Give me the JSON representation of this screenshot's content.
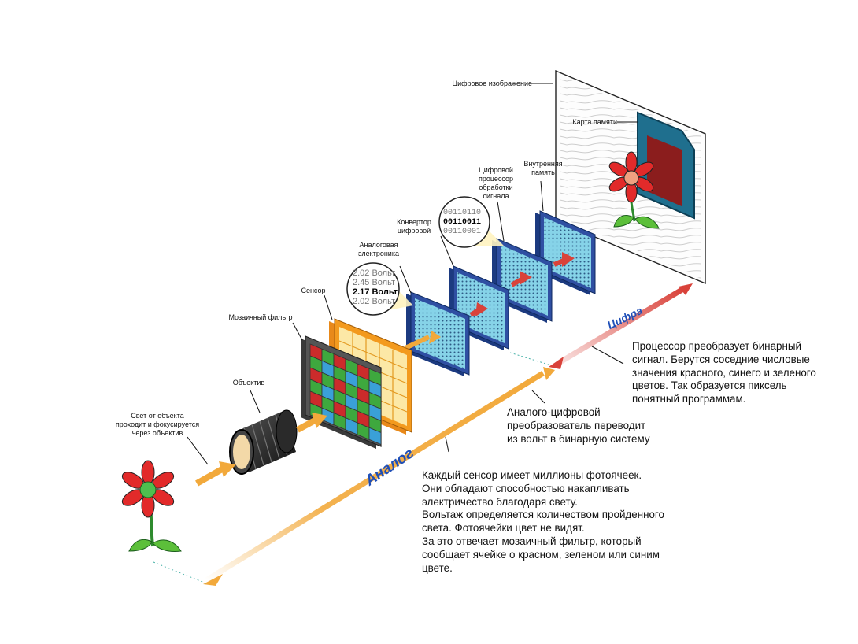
{
  "labels": {
    "light_lens": [
      "Свет от объекта",
      "проходит и фокусируется",
      "через объектив"
    ],
    "lens": "Объектив",
    "mosaic": "Мозаичный фильтр",
    "sensor": "Сенсор",
    "analog_electronics": [
      "Аналоговая",
      "электроника"
    ],
    "converter": [
      "Конвертор",
      "цифровой"
    ],
    "dsp": [
      "Цифровой",
      "процессор",
      "обработки",
      "сигнала"
    ],
    "internal_memory": [
      "Внутренняя",
      "память"
    ],
    "digital_image": "Цифровое изображение",
    "memory_card": "Карта памяти"
  },
  "axis": {
    "analog": "Аналог",
    "digital": "Цифра"
  },
  "descriptions": {
    "processor": [
      "Процессор преобразует бинарный",
      "сигнал. Берутся соседние числовые",
      "значения красного, синего и зеленого",
      "цветов. Так образуется пиксель",
      "понятный программам."
    ],
    "adc": [
      "Аналого-цифровой",
      "преобразователь переводит",
      "из вольт в бинарную систему"
    ],
    "sensor": [
      "Каждый сенсор имеет миллионы фотоячеек.",
      "Они обладают способностью накапливать",
      "электричество благодаря свету.",
      "Вольтаж определяется количеством пройденного",
      "света. Фотоячейки цвет не видят.",
      "За это отвечает мозаичный фильтр, который",
      "сообщает ячейке о красном, зеленом или синим",
      "цвете."
    ]
  },
  "magnifier_volts": {
    "values": [
      "2.02",
      "2.45",
      "2.17",
      "2.02"
    ],
    "unit": "Вольт"
  },
  "magnifier_binary": {
    "values": [
      "00110110",
      "00110011",
      "00110001"
    ]
  },
  "colors": {
    "analog_arrow": "#f2a93b",
    "digital_arrow": "#d9423a",
    "panel_blue": "#2f4fa2",
    "panel_face": "#7fd0e6",
    "sensor_orange": "#f39a1e",
    "axis_text": "#1f4fb8",
    "flower_red": "#e22a2a"
  }
}
